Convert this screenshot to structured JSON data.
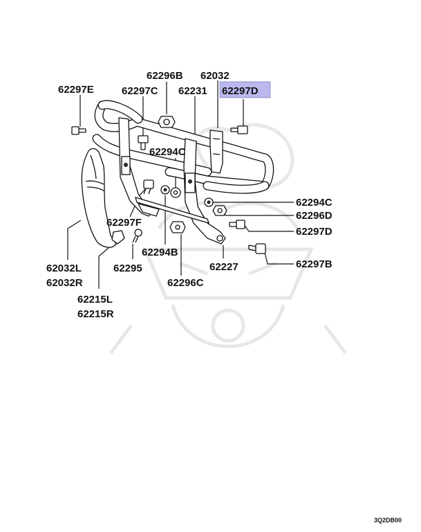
{
  "diagram": {
    "parts": [
      {
        "id": "62297E",
        "label": "62297E",
        "highlighted": false
      },
      {
        "id": "62296B",
        "label": "62296B",
        "highlighted": false
      },
      {
        "id": "62297C",
        "label": "62297C",
        "highlighted": false
      },
      {
        "id": "62032",
        "label": "62032",
        "highlighted": false
      },
      {
        "id": "62231",
        "label": "62231",
        "highlighted": false
      },
      {
        "id": "62297D_top",
        "label": "62297D",
        "highlighted": true
      },
      {
        "id": "62294C_mid",
        "label": "62294C",
        "highlighted": false
      },
      {
        "id": "62294C_right",
        "label": "62294C",
        "highlighted": false
      },
      {
        "id": "62296D",
        "label": "62296D",
        "highlighted": false
      },
      {
        "id": "62297D_right",
        "label": "62297D",
        "highlighted": false
      },
      {
        "id": "62297F",
        "label": "62297F",
        "highlighted": false
      },
      {
        "id": "62294B",
        "label": "62294B",
        "highlighted": false
      },
      {
        "id": "62227",
        "label": "62227",
        "highlighted": false
      },
      {
        "id": "62297B",
        "label": "62297B",
        "highlighted": false
      },
      {
        "id": "62032L",
        "label": "62032L",
        "highlighted": false
      },
      {
        "id": "62032R",
        "label": "62032R",
        "highlighted": false
      },
      {
        "id": "62295",
        "label": "62295",
        "highlighted": false
      },
      {
        "id": "62296C",
        "label": "62296C",
        "highlighted": false
      },
      {
        "id": "62215L",
        "label": "62215L",
        "highlighted": false
      },
      {
        "id": "62215R",
        "label": "62215R",
        "highlighted": false
      }
    ],
    "highlight_color": "#b9b9ee",
    "figure_code": "3Q2DB00"
  }
}
